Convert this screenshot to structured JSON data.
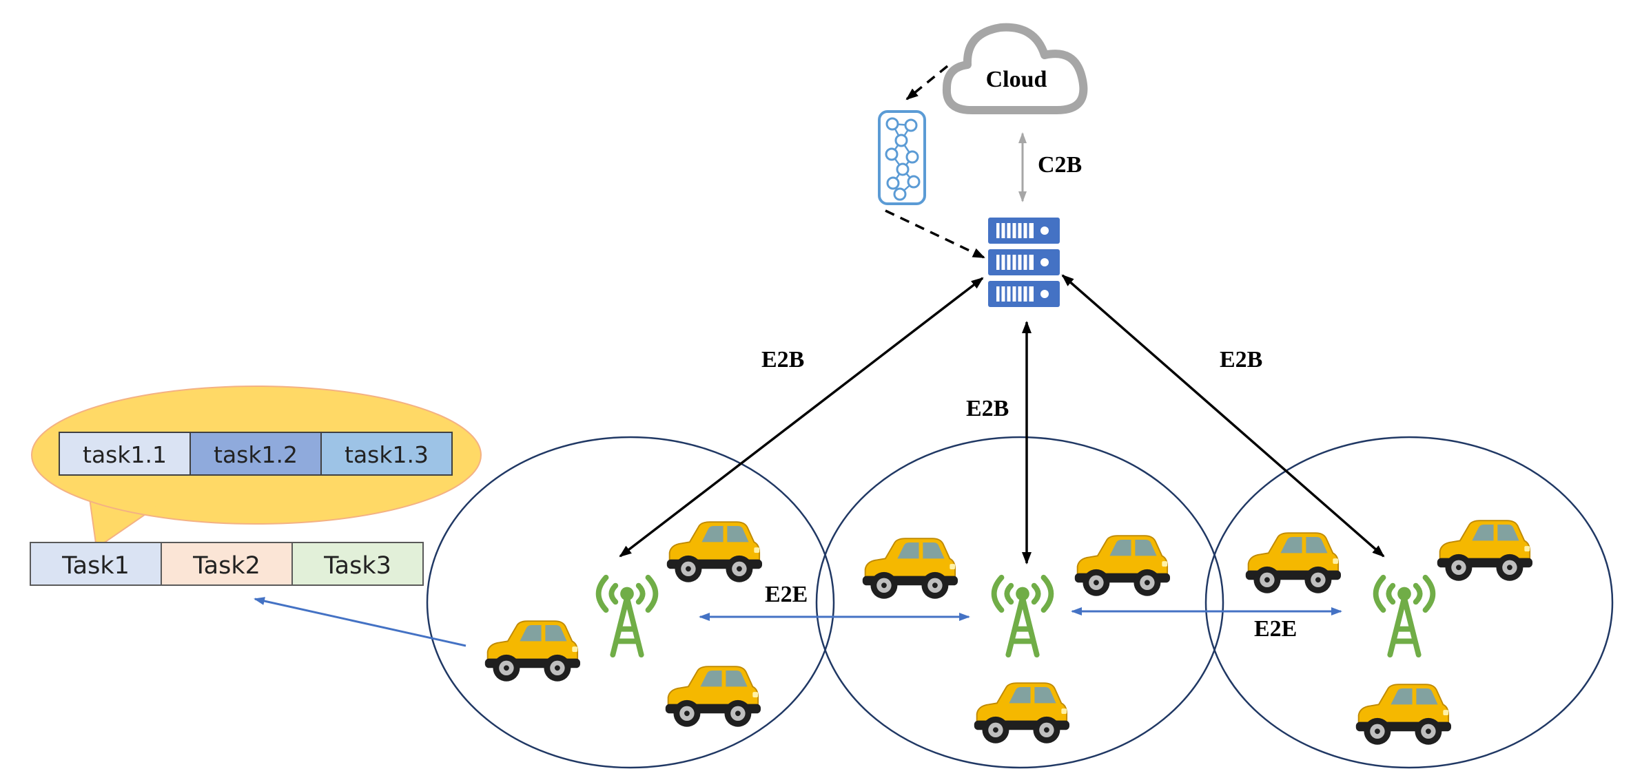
{
  "labels": {
    "cloud": "Cloud",
    "c2b": "C2B",
    "e2b": "E2B",
    "e2e": "E2E"
  },
  "tasks": [
    "Task1",
    "Task2",
    "Task3"
  ],
  "subtasks": [
    "task1.1",
    "task1.2",
    "task1.3"
  ],
  "colors": {
    "cell_border": "#2e75b6",
    "blue_arrow": "#4472c4",
    "tower": "#70ad47",
    "car_body": "#f5b800",
    "bubble": "#ffd966",
    "cloud": "#9e9e9e",
    "server": "#4472c4",
    "task1": "#dae3f3",
    "task2": "#fbe5d6",
    "task3": "#e2f0d9",
    "task1_1": "#dae3f3",
    "task1_2": "#8faadc",
    "task1_3": "#9dc3e6"
  }
}
